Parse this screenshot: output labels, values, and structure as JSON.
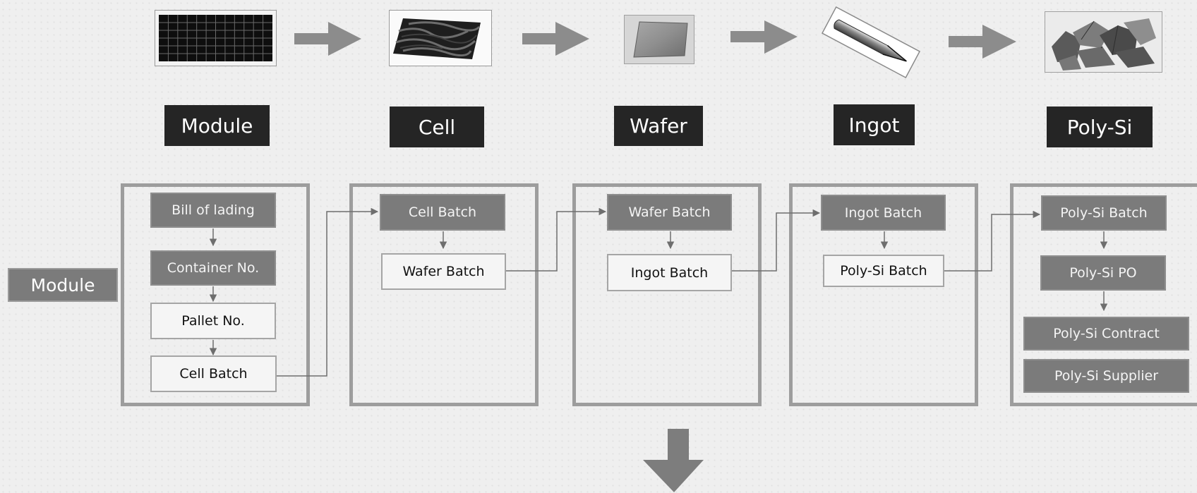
{
  "stages": [
    {
      "id": "module",
      "label": "Module",
      "icon": "solar-module-image"
    },
    {
      "id": "cell",
      "label": "Cell",
      "icon": "solar-cell-image"
    },
    {
      "id": "wafer",
      "label": "Wafer",
      "icon": "silicon-wafer-image"
    },
    {
      "id": "ingot",
      "label": "Ingot",
      "icon": "silicon-ingot-image"
    },
    {
      "id": "polysi",
      "label": "Poly-Si",
      "icon": "polysilicon-chunks-image"
    }
  ],
  "side_label": "Module",
  "panels": {
    "module": {
      "items": [
        "Bill of lading",
        "Container No.",
        "Pallet No.",
        "Cell Batch"
      ]
    },
    "cell": {
      "items": [
        "Cell Batch",
        "Wafer Batch"
      ]
    },
    "wafer": {
      "items": [
        "Wafer Batch",
        "Ingot Batch"
      ]
    },
    "ingot": {
      "items": [
        "Ingot Batch",
        "Poly-Si Batch"
      ]
    },
    "polysi": {
      "items": [
        "Poly-Si Batch",
        "Poly-Si PO",
        "Poly-Si Contract",
        "Poly-Si Supplier"
      ]
    }
  },
  "colors": {
    "background": "#efefef",
    "label_bg": "#252525",
    "dark_box": "#7b7b7b",
    "light_box": "#f5f5f5",
    "panel_border": "#9d9d9d",
    "arrow": "#8c8c8c"
  }
}
